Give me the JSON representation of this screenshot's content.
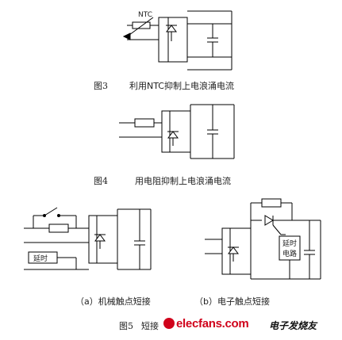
{
  "figure3": {
    "component_label": "NTC",
    "caption_number": "图3",
    "caption_text": "利用NTC抑制上电浪涌电流"
  },
  "figure4": {
    "caption_number": "图4",
    "caption_text": "用电阻抑制上电浪涌电流"
  },
  "figure5": {
    "delay_label_a": "延时",
    "delay_label_b_line1": "延时",
    "delay_label_b_line2": "电路",
    "subcaption_a": "（a）机械触点短接",
    "subcaption_b": "（b）电子触点短接",
    "caption_number": "图5",
    "caption_text": "短接"
  },
  "watermark": {
    "site": "elecfans.com",
    "name": "电子发烧友"
  }
}
